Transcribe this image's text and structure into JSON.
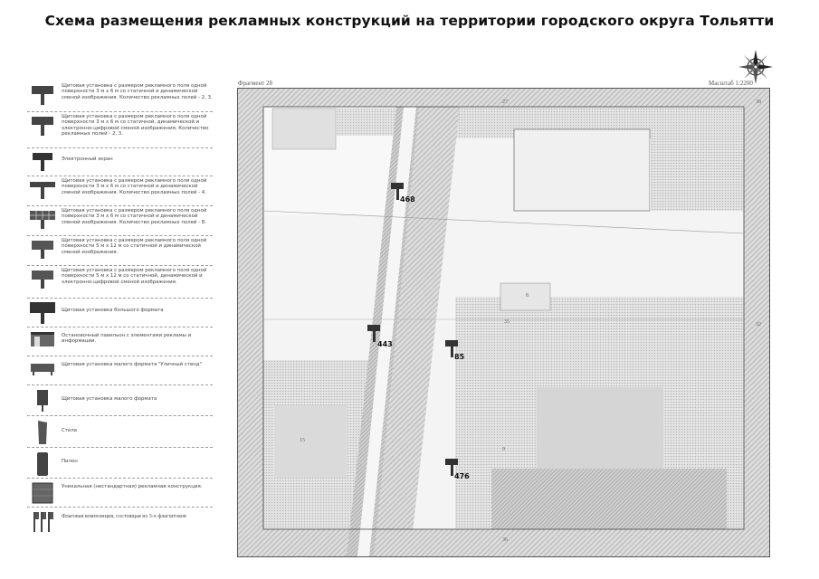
{
  "title": "Схема размещения рекламных конструкций на территории городского округа Тольятти",
  "map": {
    "fragment": "Фрагмент 28",
    "scale": "Масштаб 1:2200",
    "corner_labels": [
      "27",
      "38",
      "32",
      "36"
    ],
    "inner_labels": [
      "8",
      "35",
      "15",
      "9"
    ]
  },
  "markers": [
    {
      "id": "468"
    },
    {
      "id": "443"
    },
    {
      "id": "85"
    },
    {
      "id": "476"
    }
  ],
  "legend": [
    {
      "symbol": "billboard-small",
      "text": "Щитовая установка с размером рекламного поля одной поверхности 3 м x 6 м со статичной и динамической сменой изображения. Количество рекламных полей - 2, 3."
    },
    {
      "symbol": "billboard-small",
      "text": "Щитовая установка с размером рекламного поля одной поверхности 3 м x 6 м со статичной, динамической и электронно-цифровой сменой изображения. Количество рекламных полей - 2, 3."
    },
    {
      "symbol": "screen",
      "text": "Электронный экран"
    },
    {
      "symbol": "billboard-wide",
      "text": "Щитовая установка с размером рекламного поля одной поверхности 3 м x 6 м со статичной и динамической сменой изображения. Количество рекламных полей - 4."
    },
    {
      "symbol": "billboard-grid",
      "text": "Щитовая установка с размером рекламного поля одной поверхности 3 м x 6 м со статичной и динамической сменой изображения. Количество рекламных полей - 8."
    },
    {
      "symbol": "billboard-mid",
      "text": "Щитовая установка с размером рекламного поля одной поверхности 5 м x 12 м со статичной и динамической сменой изображения."
    },
    {
      "symbol": "billboard-mid",
      "text": "Щитовая установка с размером рекламного поля одной поверхности 5 м x 12 м со статичной, динамической и электронно-цифровой сменой изображения."
    },
    {
      "symbol": "billboard-large",
      "text": "Щитовая установка большого формата"
    },
    {
      "symbol": "bus-stop",
      "text": "Остановочный павильон с элементами рекламы и информации."
    },
    {
      "symbol": "small-stand",
      "text": "Щитовая установка малого формата \"Уличный стенд\""
    },
    {
      "symbol": "small-format",
      "text": "Щитовая установка малого формата"
    },
    {
      "symbol": "stele",
      "text": "Стела"
    },
    {
      "symbol": "pylon",
      "text": "Пилон"
    },
    {
      "symbol": "unique",
      "text": "Уникальная (нестандартная) рекламная конструкция."
    },
    {
      "symbol": "flags",
      "text": "Флаговая композиция, состоящая из 3-х флагштоков"
    }
  ]
}
